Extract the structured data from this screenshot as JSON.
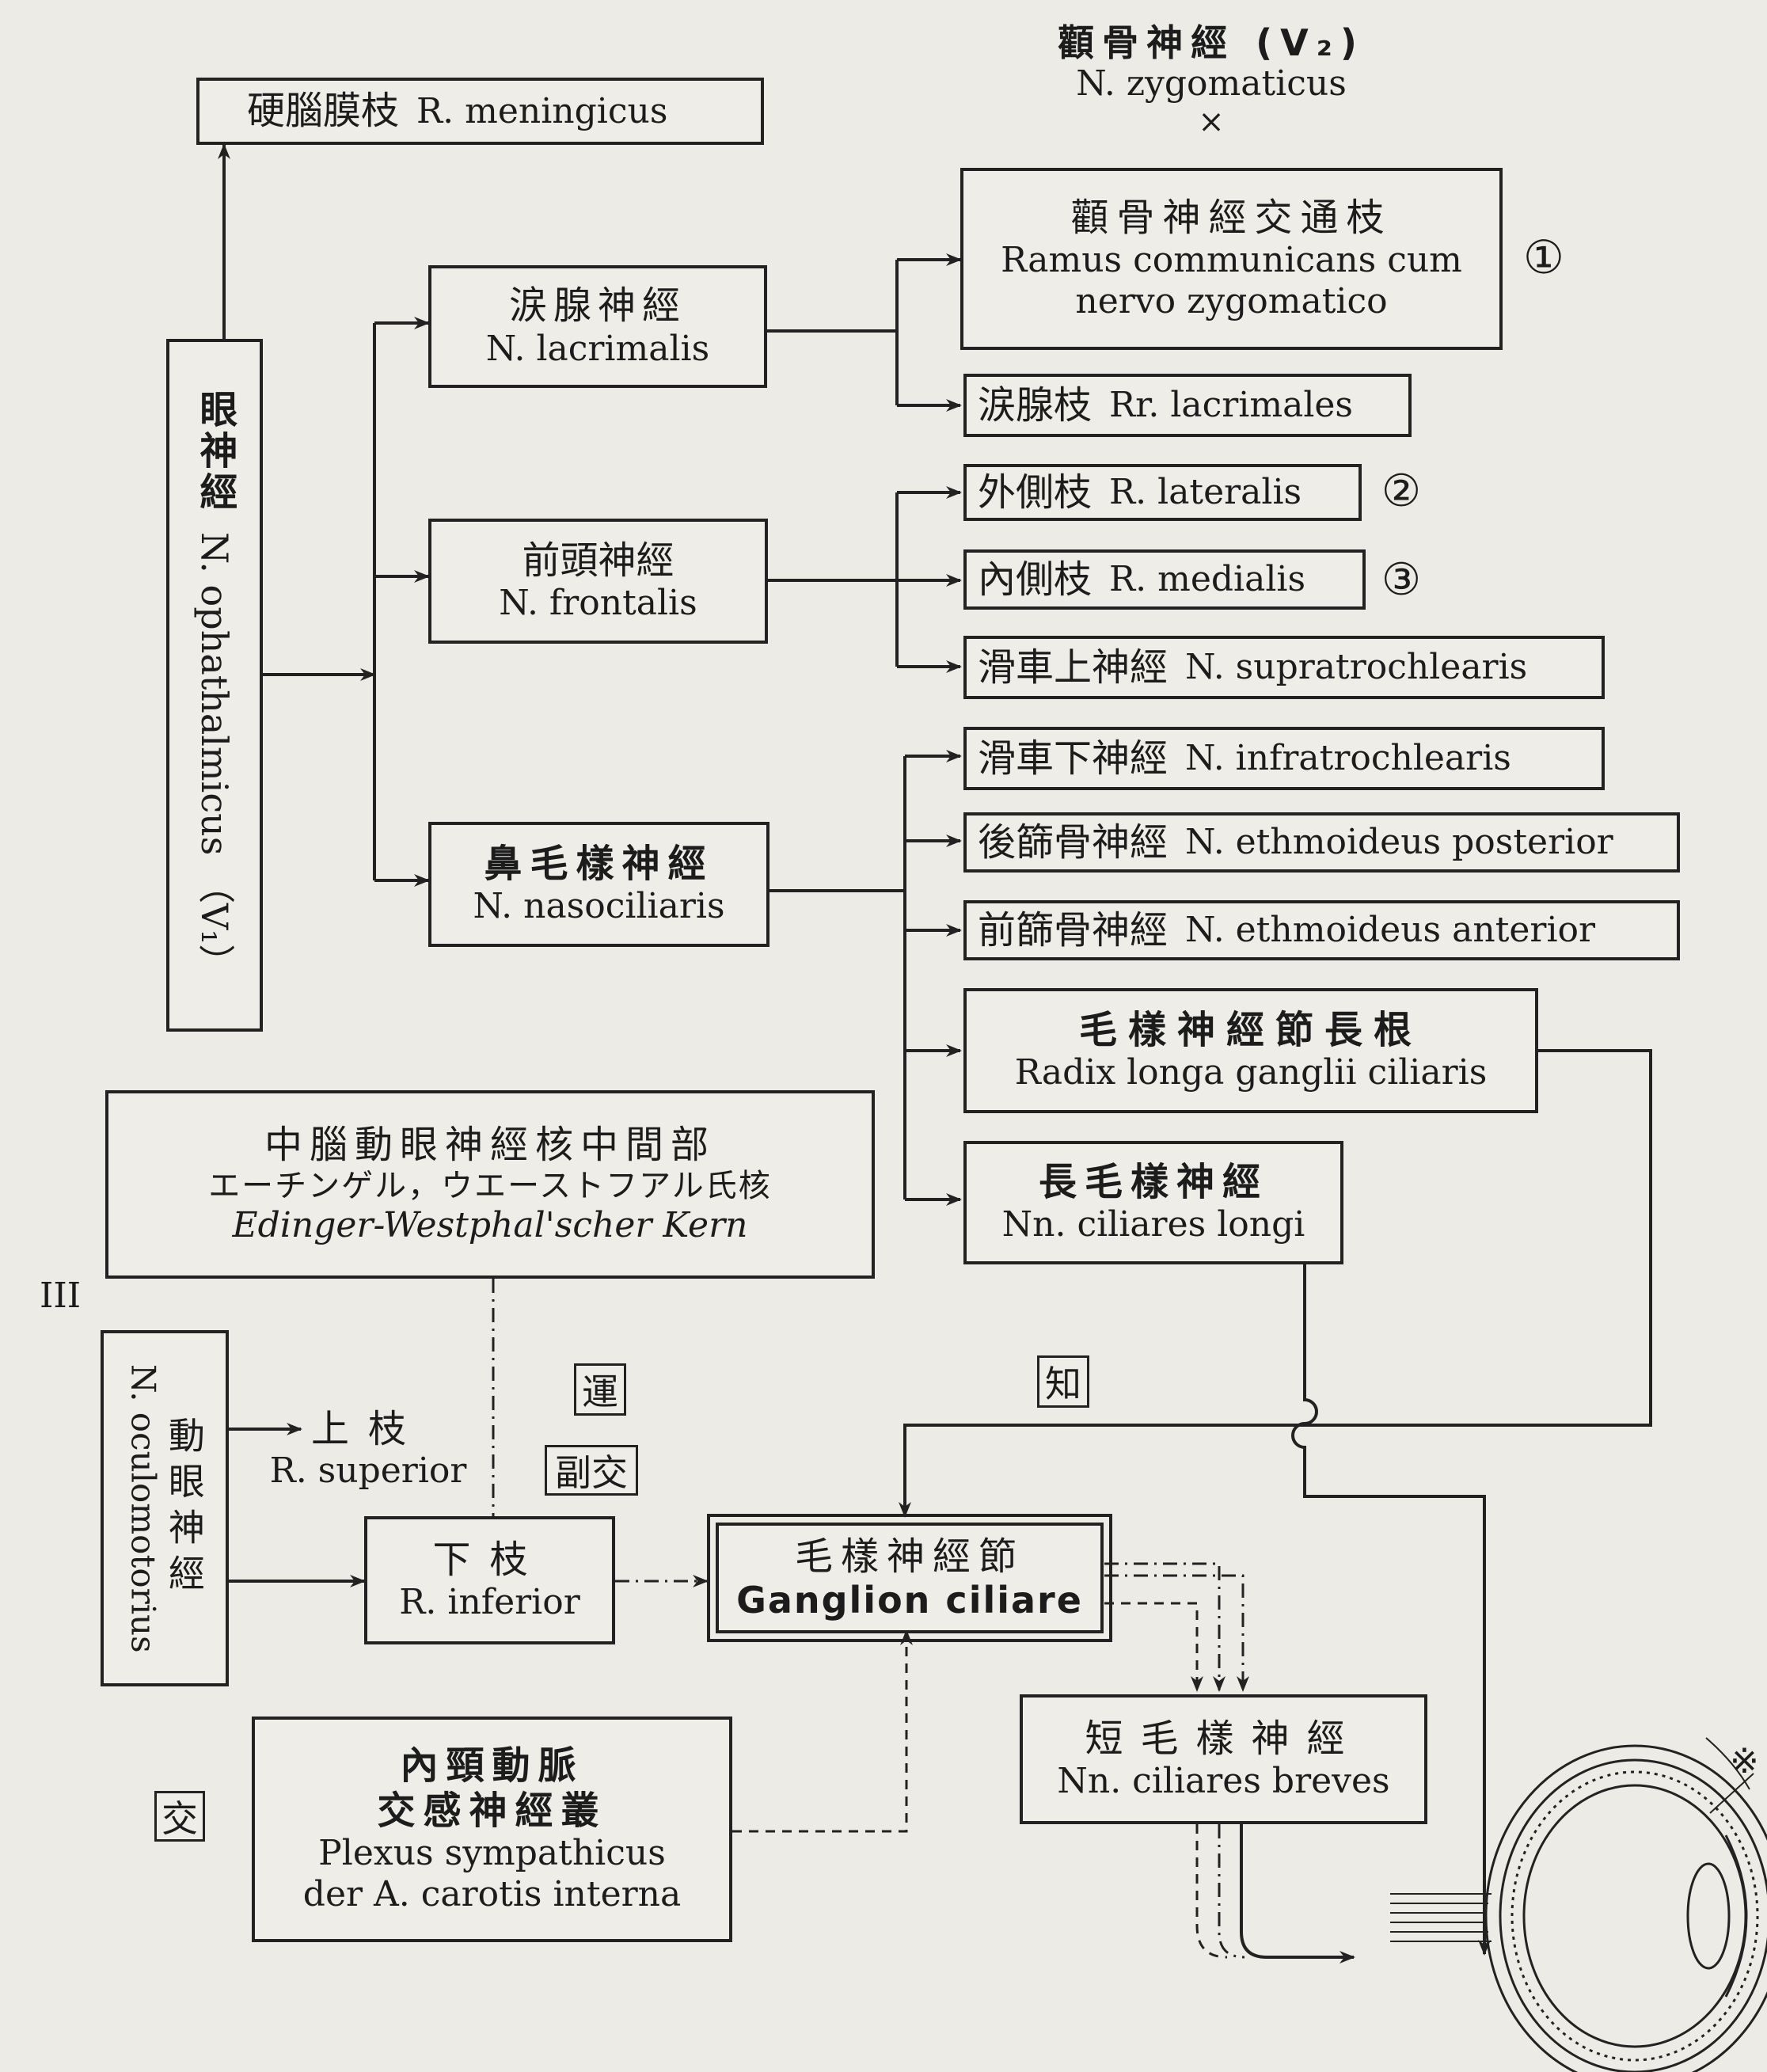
{
  "top_label": {
    "jp": "顴骨神經 (V₂)",
    "la": "N. zygomaticus",
    "mark": "×"
  },
  "meningeal": {
    "jp": "硬腦膜枝",
    "la": "R. meningicus"
  },
  "ophthalmic": {
    "jp": "眼神經",
    "la": "N. ophathalmicus （V₁）"
  },
  "lacrimal": {
    "jp": "涙腺神經",
    "la": "N. lacrimalis"
  },
  "zygo_comm": {
    "jp": "顴骨神經交通枝",
    "la1": "Ramus communicans cum",
    "la2": "nervo zygomatico",
    "num": "①"
  },
  "lacrimal_rr": {
    "jp": "涙腺枝",
    "la": "Rr. lacrimales"
  },
  "frontal": {
    "jp": "前頭神經",
    "la": "N. frontalis"
  },
  "lateral": {
    "jp": "外側枝",
    "la": "R. lateralis",
    "num": "②"
  },
  "medial": {
    "jp": "內側枝",
    "la": "R. medialis",
    "num": "③"
  },
  "supratroch": {
    "jp": "滑車上神經",
    "la": "N. supratrochlearis"
  },
  "nasociliary": {
    "jp": "鼻毛樣神經",
    "la": "N. nasociliaris"
  },
  "infratroch": {
    "jp": "滑車下神經",
    "la": "N. infratrochlearis"
  },
  "post_ethm": {
    "jp": "後篩骨神經",
    "la": "N. ethmoideus posterior"
  },
  "ant_ethm": {
    "jp": "前篩骨神經",
    "la": "N. ethmoideus anterior"
  },
  "long_root": {
    "jp": "毛樣神經節長根",
    "la": "Radix longa ganglii ciliaris"
  },
  "long_cil": {
    "jp": "長毛樣神經",
    "la": "Nn. ciliares longi"
  },
  "ew_nucleus": {
    "jp1": "中腦動眼神經核中間部",
    "jp2": "エーチンゲル，ウエーストフアル氏核",
    "la": "Edinger-Westphal'scher Kern"
  },
  "roman_iii": "III",
  "oculomotor": {
    "jp": "動眼神經",
    "la": "N. oculomotorius"
  },
  "superior": {
    "jp": "上枝",
    "la": "R. superior"
  },
  "inferior": {
    "jp": "下枝",
    "la": "R. inferior"
  },
  "tags": {
    "motor": "運",
    "parasym": "副交",
    "sensory": "知",
    "sympathetic": "交"
  },
  "ganglion": {
    "jp": "毛樣神經節",
    "la": "Ganglion ciliare"
  },
  "short_cil": {
    "jp": "短毛樣神經",
    "la": "Nn. ciliares breves"
  },
  "plexus": {
    "jp1": "內頸動脈",
    "jp2": "交感神經叢",
    "la1": "Plexus sympathicus",
    "la2": "der A. carotis interna"
  },
  "eye_mark": "※"
}
